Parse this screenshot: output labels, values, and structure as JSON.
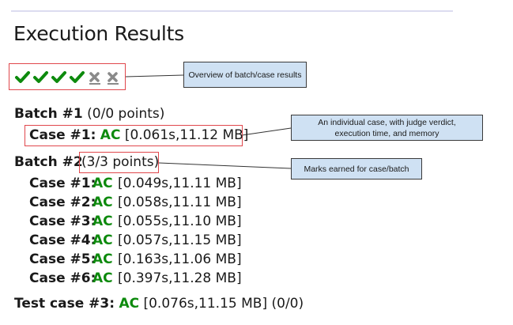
{
  "page": {
    "title": "Execution Results"
  },
  "overview": {
    "icons": [
      {
        "type": "check-icon",
        "status": "pass"
      },
      {
        "type": "check-icon",
        "status": "pass"
      },
      {
        "type": "check-icon",
        "status": "pass"
      },
      {
        "type": "check-icon",
        "status": "pass"
      },
      {
        "type": "x-icon",
        "status": "skipped"
      },
      {
        "type": "x-icon",
        "status": "skipped"
      }
    ],
    "pass_color": "#0d8a0d",
    "skipped_color": "#8a8a8a"
  },
  "callouts": {
    "overview": "Overview of batch/case results",
    "case": "An individual case, with judge verdict, execution time, and memory",
    "marks": "Marks earned for case/batch"
  },
  "batches": [
    {
      "label": "Batch #1",
      "points": "(0/0 points)",
      "cases": [
        {
          "label": "Case #1:",
          "verdict": "AC",
          "stats": "[0.061s,11.12 MB]"
        }
      ]
    },
    {
      "label": "Batch #2",
      "points": "(3/3 points)",
      "cases": [
        {
          "label": "Case #1:",
          "verdict": "AC",
          "stats": "[0.049s,11.11 MB]"
        },
        {
          "label": "Case #2:",
          "verdict": "AC",
          "stats": "[0.058s,11.11 MB]"
        },
        {
          "label": "Case #3:",
          "verdict": "AC",
          "stats": "[0.055s,11.10 MB]"
        },
        {
          "label": "Case #4:",
          "verdict": "AC",
          "stats": "[0.057s,11.15 MB]"
        },
        {
          "label": "Case #5:",
          "verdict": "AC",
          "stats": "[0.163s,11.06 MB]"
        },
        {
          "label": "Case #6:",
          "verdict": "AC",
          "stats": "[0.397s,11.28 MB]"
        }
      ]
    }
  ],
  "test_case": {
    "label": "Test case #3:",
    "verdict": "AC",
    "stats": "[0.076s,11.15 MB]",
    "points": "(0/0)"
  },
  "colors": {
    "accent_ac": "#0d8a0d",
    "highlight_border": "#e0474c",
    "callout_bg": "#cfe1f3"
  }
}
